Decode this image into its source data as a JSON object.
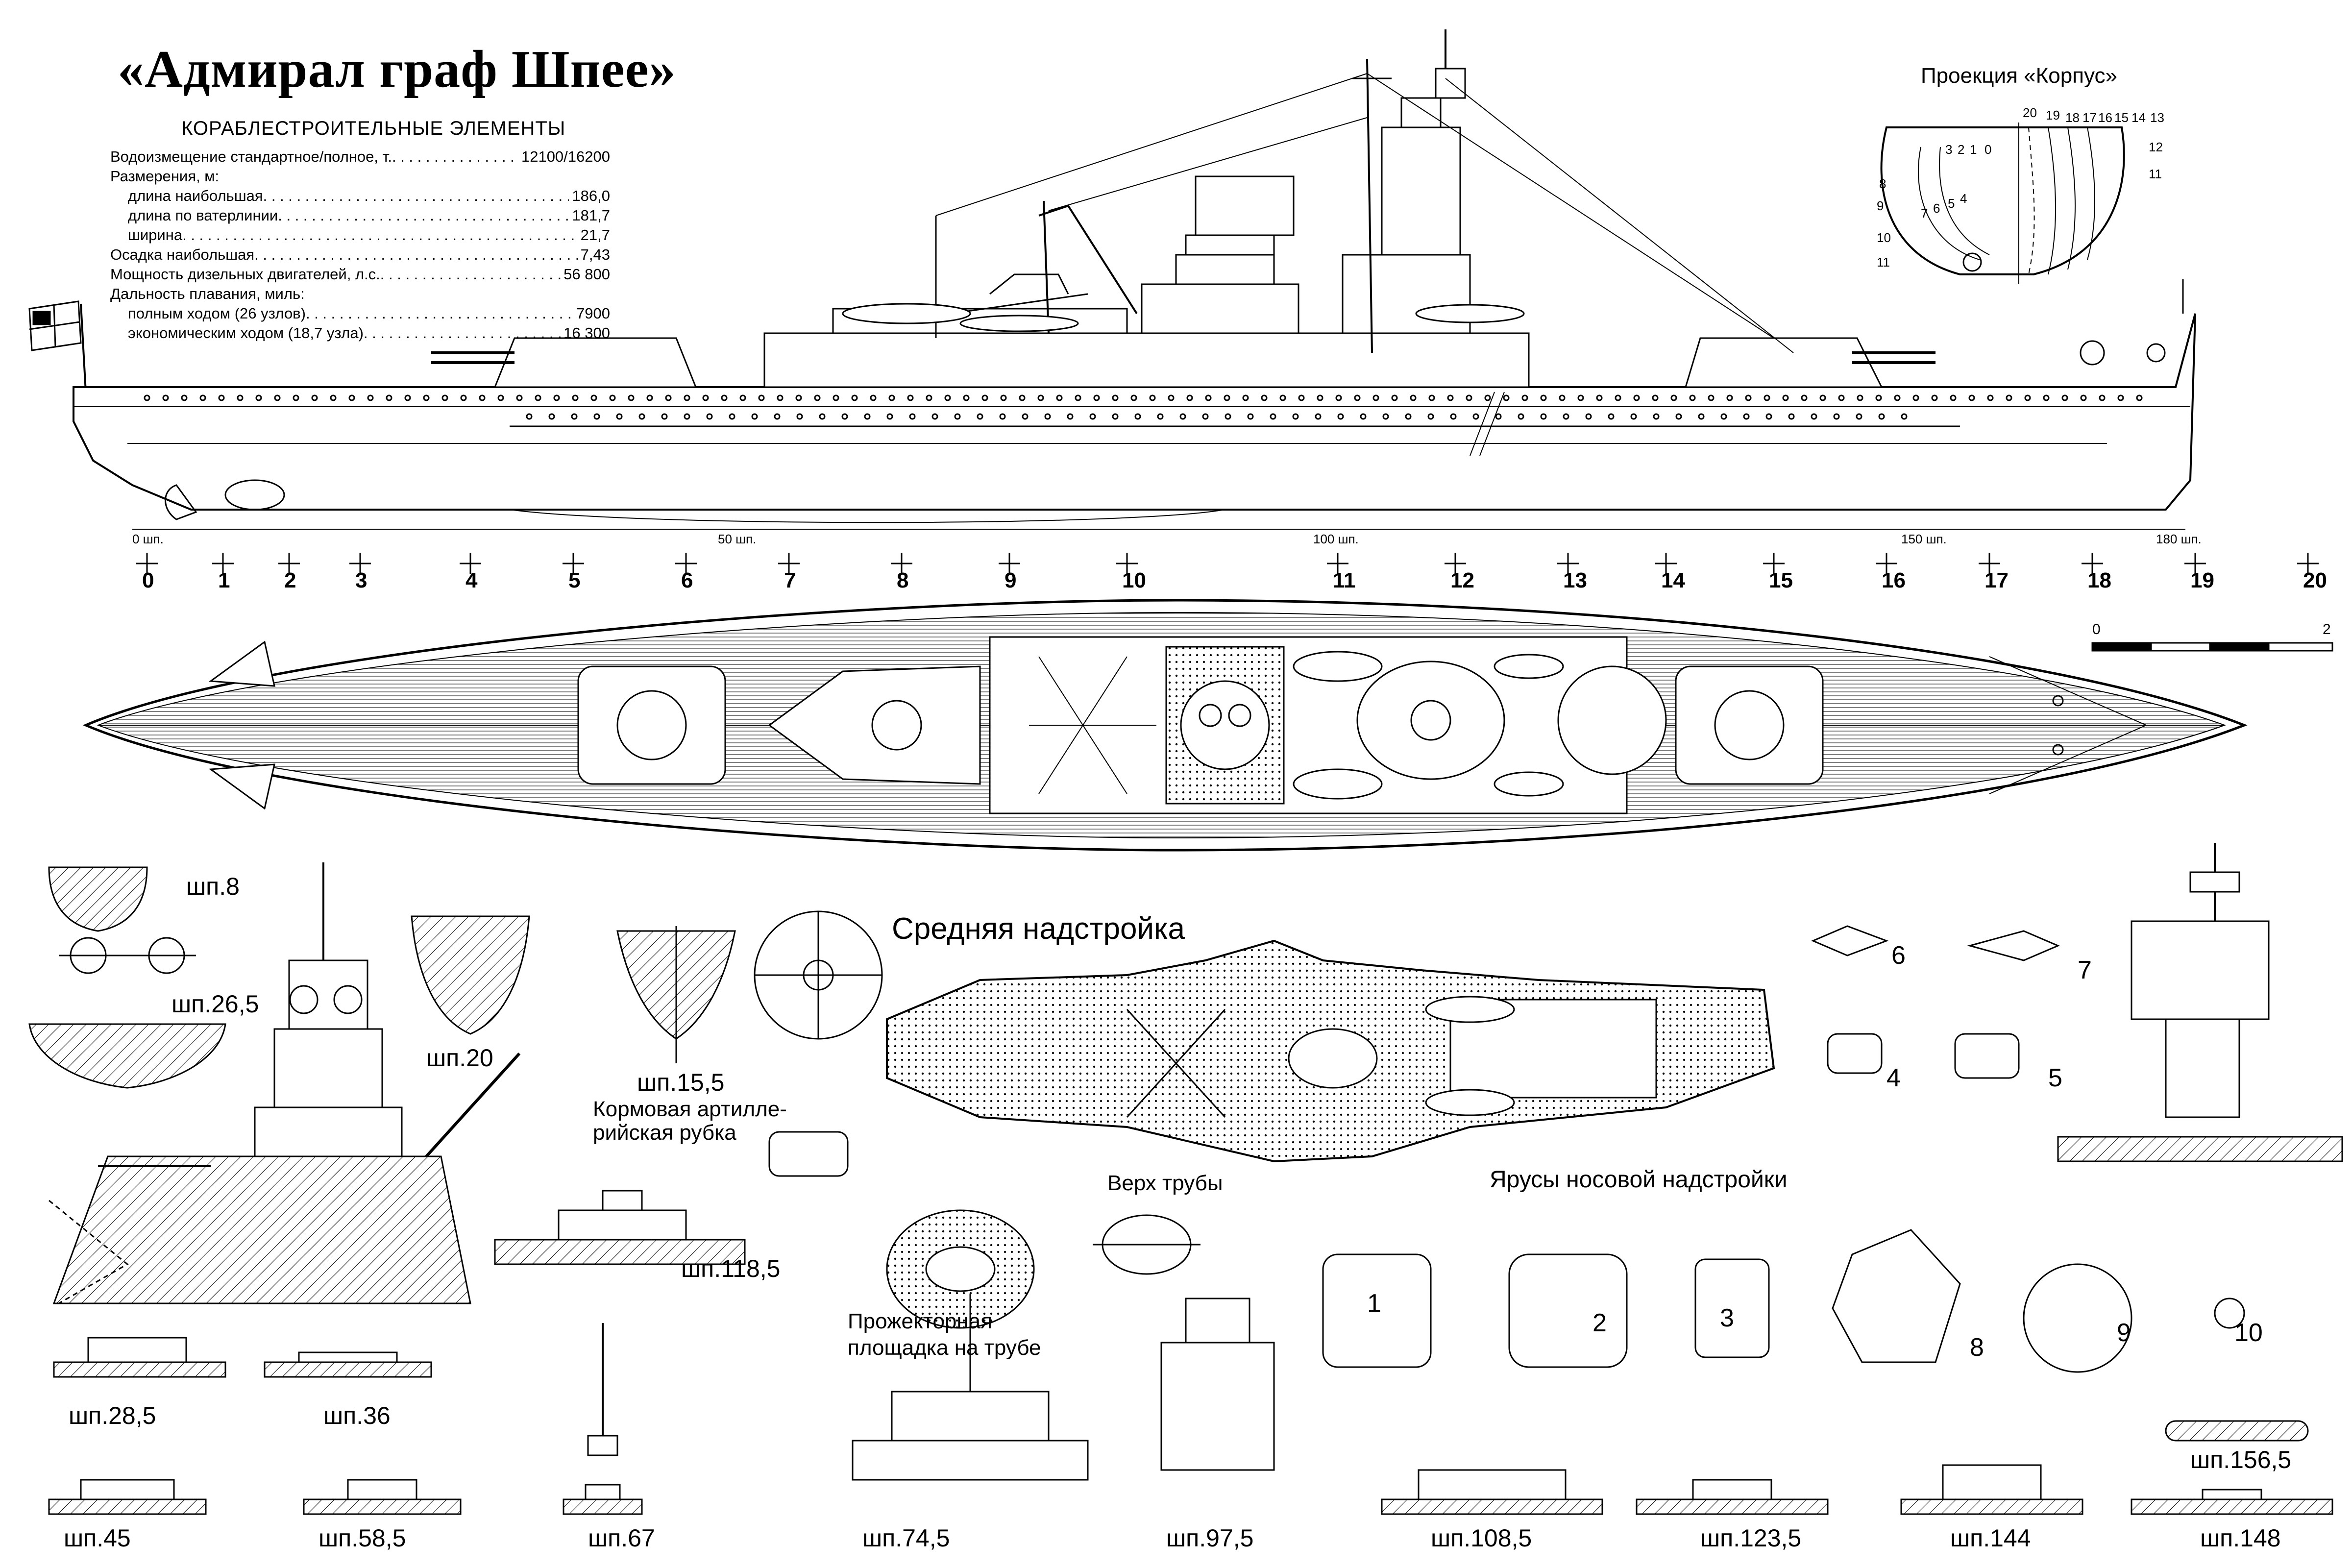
{
  "title": "«Адмирал граф Шпее»",
  "specs": {
    "heading": "КОРАБЛЕСТРОИТЕЛЬНЫЕ ЭЛЕМЕНТЫ",
    "rows": [
      {
        "label": "Водоизмещение стандартное/полное, т.",
        "value": "12100/16200",
        "indent": false
      },
      {
        "label": "Размерения, м:",
        "value": "",
        "indent": false
      },
      {
        "label": "длина наибольшая",
        "value": "186,0",
        "indent": true
      },
      {
        "label": "длина по ватерлинии",
        "value": "181,7",
        "indent": true
      },
      {
        "label": "ширина",
        "value": "21,7",
        "indent": true
      },
      {
        "label": "Осадка наибольшая",
        "value": "7,43",
        "indent": false
      },
      {
        "label": "Мощность дизельных двигателей, л.с.",
        "value": "56 800",
        "indent": false
      },
      {
        "label": "Дальность плавания, миль:",
        "value": "",
        "indent": false
      },
      {
        "label": "полным ходом (26 узлов)",
        "value": "7900",
        "indent": true
      },
      {
        "label": "экономическим ходом (18,7 узла)",
        "value": "16 300",
        "indent": true
      }
    ]
  },
  "body_plan": {
    "title": "Проекция «Корпус»",
    "right_nums": [
      "20",
      "19",
      "18",
      "17",
      "16",
      "15",
      "14",
      "13"
    ],
    "right_side": [
      "12",
      "11"
    ],
    "left_inner": [
      "3",
      "2",
      "1",
      "0"
    ],
    "left_side": [
      "8",
      "9",
      "10",
      "11"
    ],
    "left_low": [
      "7",
      "6",
      "5",
      "4"
    ]
  },
  "frame_scale": [
    "0 шп.",
    "50 шп.",
    "100 шп.",
    "150 шп.",
    "180 шп."
  ],
  "stations": [
    "0",
    "1",
    "2",
    "3",
    "4",
    "5",
    "6",
    "7",
    "8",
    "9",
    "10",
    "11",
    "12",
    "13",
    "14",
    "15",
    "16",
    "17",
    "18",
    "19",
    "20"
  ],
  "scale_bar": {
    "start": "0",
    "end": "2"
  },
  "labels": {
    "mid_superstructure": "Средняя надстройка",
    "aft_tower": "Кормовая артилле-\nрийская рубка",
    "funnel_top": "Верх трубы",
    "searchlight": "Прожекторная\nплощадка на трубе",
    "bow_tiers": "Ярусы носовой надстройки"
  },
  "tier_numbers": [
    "1",
    "2",
    "3",
    "4",
    "5",
    "6",
    "7",
    "8",
    "9",
    "10"
  ],
  "sections": {
    "s8": "шп.8",
    "s26": "шп.26,5",
    "s20": "шп.20",
    "s15": "шп.15,5",
    "s118": "шп.118,5",
    "s28": "шп.28,5",
    "s36": "шп.36",
    "s45": "шп.45",
    "s58": "шп.58,5",
    "s67": "шп.67",
    "s74": "шп.74,5",
    "s97": "шп.97,5",
    "s108": "шп.108,5",
    "s123": "шп.123,5",
    "s144": "шп.144",
    "s148": "шп.148",
    "s156": "шп.156,5"
  },
  "colors": {
    "ink": "#000000",
    "paper": "#ffffff"
  }
}
